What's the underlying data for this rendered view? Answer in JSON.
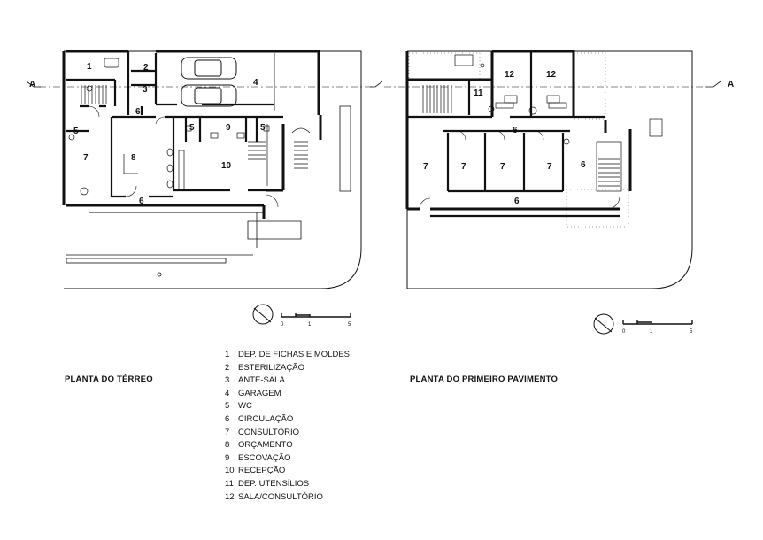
{
  "titles": {
    "ground": "PLANTA DO TÉRREO",
    "first": "PLANTA DO PRIMEIRO PAVIMENTO"
  },
  "section_mark": "A",
  "scale_ticks": [
    "0",
    "1",
    "5"
  ],
  "legend": [
    {
      "num": "1",
      "label": "DEP. DE FICHAS E MOLDES"
    },
    {
      "num": "2",
      "label": "ESTERILIZAÇÃO"
    },
    {
      "num": "3",
      "label": "ANTE-SALA"
    },
    {
      "num": "4",
      "label": "GARAGEM"
    },
    {
      "num": "5",
      "label": "WC"
    },
    {
      "num": "6",
      "label": "CIRCULAÇÃO"
    },
    {
      "num": "7",
      "label": "CONSULTÓRIO"
    },
    {
      "num": "8",
      "label": "ORÇAMENTO"
    },
    {
      "num": "9",
      "label": "ESCOVAÇÃO"
    },
    {
      "num": "10",
      "label": "RECEPÇÃO"
    },
    {
      "num": "11",
      "label": "DEP. UTENSÍLIOS"
    },
    {
      "num": "12",
      "label": "SALA/CONSULTÓRIO"
    }
  ],
  "ground_rooms": [
    "1",
    "2",
    "3",
    "4",
    "6",
    "5",
    "5",
    "9",
    "5",
    "7",
    "8",
    "10",
    "6"
  ],
  "first_rooms": [
    "12",
    "12",
    "11",
    "6",
    "7",
    "7",
    "7",
    "7",
    "6",
    "6"
  ]
}
